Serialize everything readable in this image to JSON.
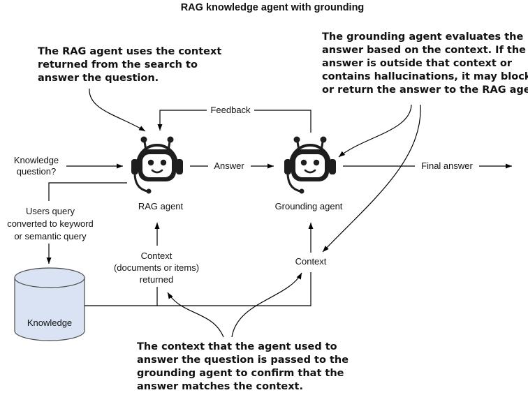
{
  "title": "RAG knowledge agent with grounding",
  "annotations": {
    "rag_agent_note": [
      "The RAG agent uses the context",
      "returned from the search to",
      "answer the question."
    ],
    "grounding_note": [
      "The grounding agent evaluates the",
      "answer based on the context. If the",
      "answer is outside that context or",
      "contains hallucinations, it may block",
      "or return the answer to the RAG agent."
    ],
    "context_note": [
      "The context that the agent used to",
      "answer the question is passed to the",
      "grounding agent to confirm that the",
      "answer matches the context."
    ]
  },
  "labels": {
    "knowledge_question": [
      "Knowledge",
      "question?"
    ],
    "answer": "Answer",
    "feedback": "Feedback",
    "final_answer": "Final answer",
    "rag_agent": "RAG agent",
    "grounding_agent": "Grounding agent",
    "users_query": [
      "Users query",
      "converted to keyword",
      "or semantic query"
    ],
    "context_returned": [
      "Context",
      "(documents or items)",
      "returned"
    ],
    "context": "Context",
    "knowledge": "Knowledge"
  },
  "colors": {
    "robot": "#1e1e1e",
    "database_fill": "#dae3f3",
    "database_stroke": "#4a4a4a"
  },
  "icons": {
    "rag_agent": "robot-headset-icon",
    "grounding_agent": "robot-headset-icon",
    "knowledge_store": "database-cylinder-icon"
  }
}
